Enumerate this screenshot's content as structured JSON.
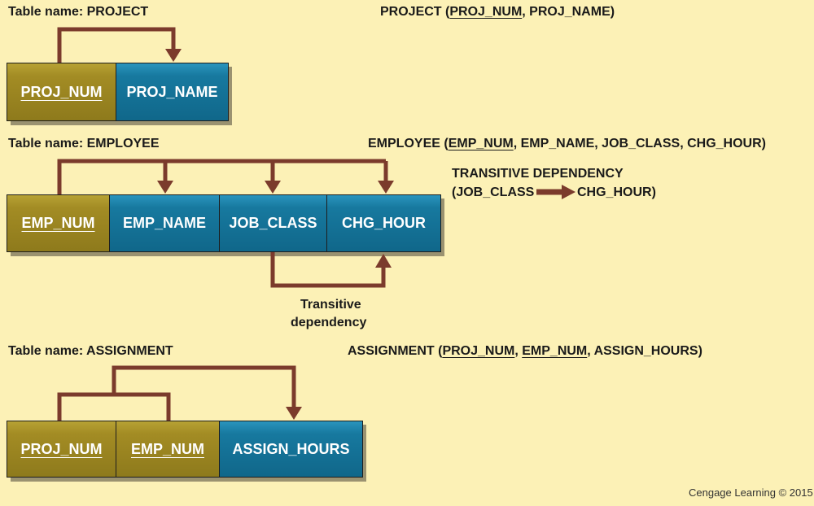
{
  "project": {
    "table_label": "Table name: PROJECT",
    "schema": {
      "name": "PROJECT",
      "keys": [
        "PROJ_NUM"
      ],
      "attrs": [
        "PROJ_NAME"
      ]
    },
    "cells": {
      "proj_num": "PROJ_NUM",
      "proj_name": "PROJ_NAME"
    }
  },
  "employee": {
    "table_label": "Table name: EMPLOYEE",
    "schema": {
      "name": "EMPLOYEE",
      "keys": [
        "EMP_NUM"
      ],
      "attrs": [
        "EMP_NAME",
        "JOB_CLASS",
        "CHG_HOUR"
      ]
    },
    "cells": {
      "emp_num": "EMP_NUM",
      "emp_name": "EMP_NAME",
      "job_class": "JOB_CLASS",
      "chg_hour": "CHG_HOUR"
    },
    "transitive_title": "TRANSITIVE DEPENDENCY",
    "transitive_from": "(JOB_CLASS",
    "transitive_to": "CHG_HOUR)",
    "transitive_note_line1": "Transitive",
    "transitive_note_line2": "dependency"
  },
  "assignment": {
    "table_label": "Table name: ASSIGNMENT",
    "schema": {
      "name": "ASSIGNMENT",
      "keys": [
        "PROJ_NUM",
        "EMP_NUM"
      ],
      "attrs": [
        "ASSIGN_HOURS"
      ]
    },
    "cells": {
      "proj_num": "PROJ_NUM",
      "emp_num": "EMP_NUM",
      "assign_hours": "ASSIGN_HOURS"
    }
  },
  "credit": "Cengage Learning © 2015",
  "colors": {
    "background": "#fcf1b6",
    "key_cell": "#9a8420",
    "attr_cell": "#14729a",
    "arrow": "#7b3b2c"
  }
}
